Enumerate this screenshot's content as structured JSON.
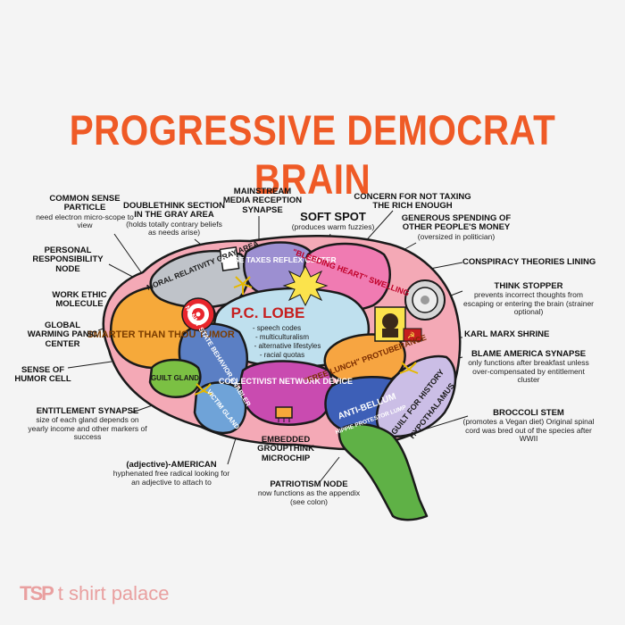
{
  "colors": {
    "title": "#ef5a26",
    "outline": "#1a1a1a",
    "brain_pink": "#f4a9b6",
    "smarter_orange": "#f6a93a",
    "target_red": "#e8262d",
    "moral_gray": "#bfc3c9",
    "raise_taxes_purple": "#9c8fd1",
    "bleeding_heart_pink": "#f07bb2",
    "soft_spot_yellow": "#fbe34c",
    "pc_lobe_blue": "#bfe0ee",
    "nanny_state_blue": "#5b7fc4",
    "guilt_gland_green": "#7bc043",
    "victim_gland_blue": "#6fa3d8",
    "collectivist_magenta": "#c94bb0",
    "free_lunch_orange": "#f7a541",
    "anti_bellum_blue": "#3d5fb7",
    "hypothalamus_lavender": "#cbbee6",
    "broccoli_green": "#5fb146",
    "watermark": "#e9a0a0"
  },
  "title": "PROGRESSIVE DEMOCRAT BRAIN",
  "callouts": {
    "common_sense": {
      "title": "COMMON SENSE PARTICLE",
      "desc": "need electron micro-scope to view"
    },
    "doublethink": {
      "title": "DOUBLETHINK SECTION IN THE GRAY AREA",
      "desc": "(holds totally contrary beliefs as needs arise)"
    },
    "mainstream_media": {
      "title": "MAINSTREAM MEDIA RECEPTION SYNAPSE",
      "desc": ""
    },
    "soft_spot": {
      "title": "SOFT SPOT",
      "desc": "(produces warm fuzzies)"
    },
    "concern_taxing": {
      "title": "CONCERN FOR NOT TAXING THE RICH ENOUGH",
      "desc": ""
    },
    "generous_spending": {
      "title": "GENEROUS SPENDING OF OTHER PEOPLE'S MONEY",
      "desc": "(oversized in politician)"
    },
    "personal_responsibility": {
      "title": "PERSONAL RESPONSIBILITY NODE",
      "desc": ""
    },
    "conspiracy": {
      "title": "CONSPIRACY THEORIES LINING",
      "desc": ""
    },
    "work_ethic": {
      "title": "WORK ETHIC MOLECULE",
      "desc": ""
    },
    "think_stopper": {
      "title": "THINK STOPPER",
      "desc": "prevents incorrect thoughts from escaping or entering the brain (strainer optional)"
    },
    "global_warming": {
      "title": "GLOBAL WARMING PANIC CENTER",
      "desc": ""
    },
    "karl_marx": {
      "title": "KARL MARX SHRINE",
      "desc": ""
    },
    "blame_america": {
      "title": "BLAME AMERICA SYNAPSE",
      "desc": "only functions after breakfast unless over-compensated by entitlement cluster"
    },
    "sense_humor": {
      "title": "SENSE OF HUMOR CELL",
      "desc": ""
    },
    "entitlement": {
      "title": "ENTITLEMENT SYNAPSE",
      "desc": "size of each gland depends on yearly income and other markers of success"
    },
    "broccoli_stem": {
      "title": "BROCCOLI STEM",
      "desc": "(promotes a Vegan diet) Original spinal cord was bred out of the species after WWII"
    },
    "groupthink": {
      "title": "EMBEDDED GROUPTHINK MICROCHIP",
      "desc": ""
    },
    "american": {
      "title": "(adjective)-AMERICAN",
      "desc": "hyphenated free radical looking for an adjective to attach to"
    },
    "patriotism": {
      "title": "PATRIOTISM NODE",
      "desc": "now functions as the appendix (see colon)"
    }
  },
  "regions": {
    "moral": "MORAL RELATIVITY GRAY AREA",
    "raise_taxes": "RAISE TAXES REFLEX CENTER",
    "bleeding_heart": "\"BLEEDING HEART\" SWELLING",
    "smarter": "SMARTER THAN THOU TUMOR",
    "pc_lobe_title": "P.C. LOBE",
    "pc_lobe_items": [
      "- speech codes",
      "- multiculturalism",
      "- alternative lifestyles",
      "- racial quotas"
    ],
    "nanny": "NANNY STATE BEHAVIOR ENABLER",
    "guilt_gland": "GUILT GLAND",
    "victim_gland": "VICTIM GLAND",
    "collectivist": "COLLECTIVIST NETWORK DEVICE",
    "free_lunch": "\"FREE LUNCH\" PROTUBERANCE",
    "anti_bellum": "ANTI-BELLUM",
    "hippie": "HIPPIE PROTESTOR LUMP",
    "guilt_history": "GUILT FOR HISTORY",
    "hypothalamus": "HYPOTHALAMUS"
  },
  "watermark": {
    "logo": "TSP",
    "text": "t shirt palace"
  }
}
